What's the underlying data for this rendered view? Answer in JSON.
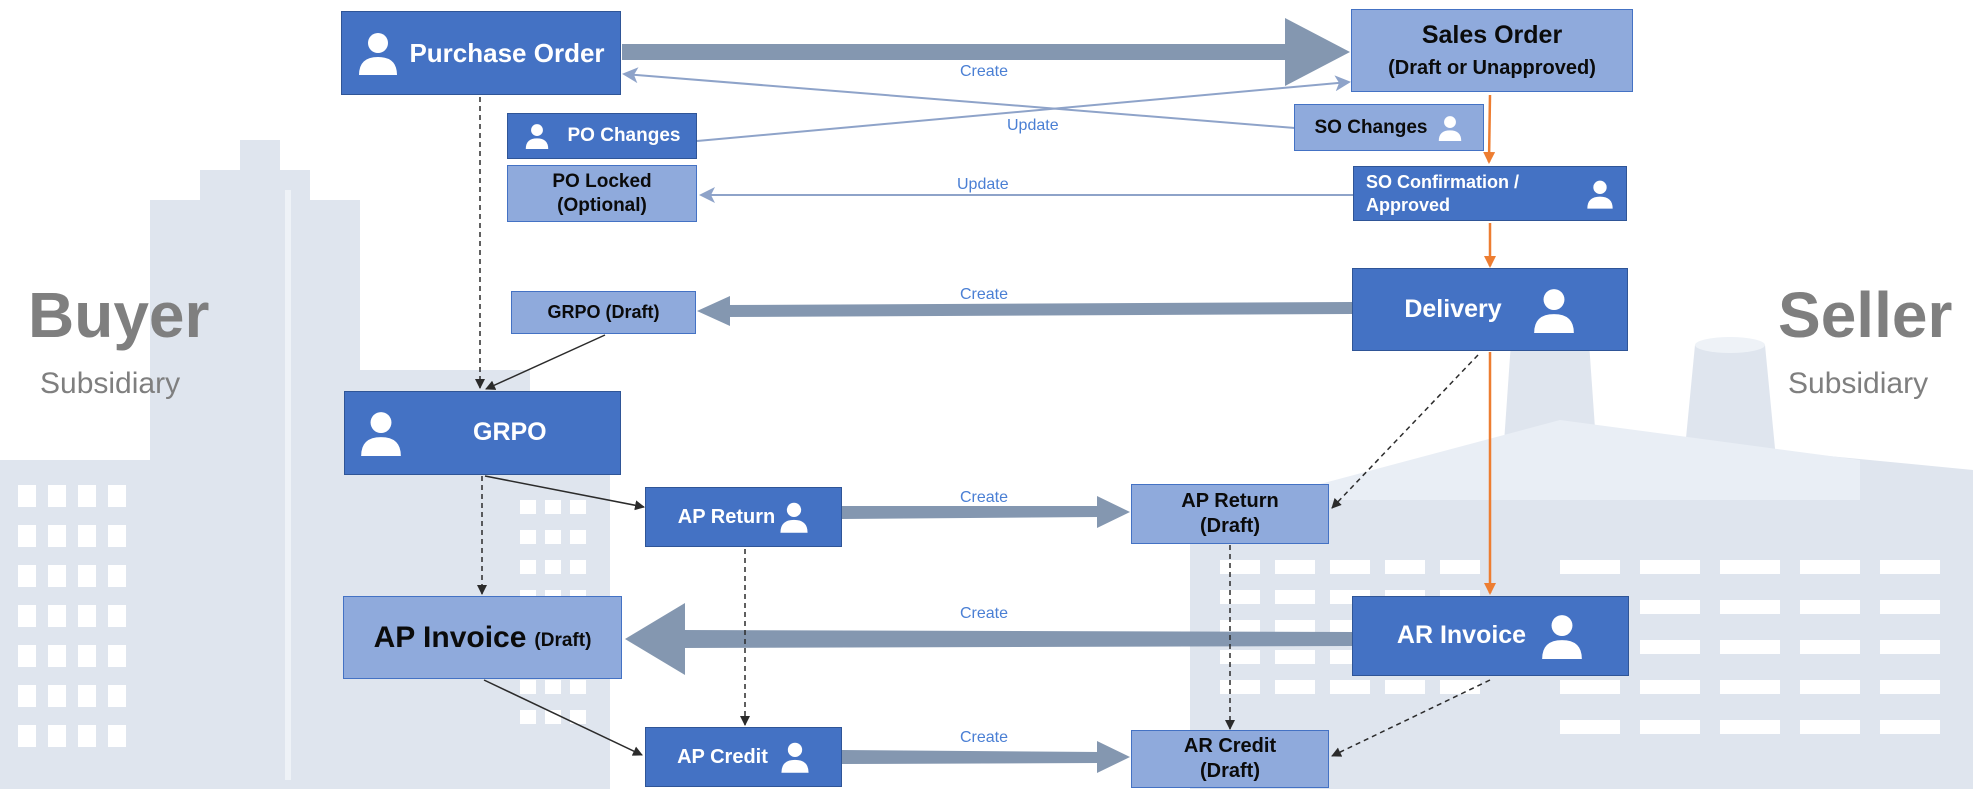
{
  "buyer": {
    "title": "Buyer",
    "subtitle": "Subsidiary"
  },
  "seller": {
    "title": "Seller",
    "subtitle": "Subsidiary"
  },
  "nodes": {
    "purchase_order": "Purchase Order",
    "sales_order_line1": "Sales Order",
    "sales_order_line2": "(Draft or Unapproved)",
    "po_changes": "PO Changes",
    "so_changes": "SO Changes",
    "po_locked_line1": "PO Locked",
    "po_locked_line2": "(Optional)",
    "so_confirm_line1": "SO Confirmation /",
    "so_confirm_line2": "Approved",
    "grpo_draft": "GRPO (Draft)",
    "delivery": "Delivery",
    "grpo": "GRPO",
    "ap_return": "AP Return",
    "ap_return_draft_line1": "AP Return",
    "ap_return_draft_line2": "(Draft)",
    "ap_invoice_main": "AP Invoice",
    "ap_invoice_paren": "(Draft)",
    "ar_invoice": "AR Invoice",
    "ap_credit": "AP Credit",
    "ar_credit_line1": "AR Credit",
    "ar_credit_line2": "(Draft)"
  },
  "edge_labels": {
    "po_to_so": "Create",
    "po_update": "Update",
    "po_locked_update": "Update",
    "delivery_to_grpo": "Create",
    "ap_return_create": "Create",
    "ar_invoice_create": "Create",
    "ap_credit_create": "Create"
  },
  "colors": {
    "node_dark": "#4472c4",
    "node_light": "#8faadc",
    "create_arrow": "#8497b0",
    "update_line": "#a6b9d9",
    "seller_flow": "#ed7d31",
    "edge_label": "#4a7fd4",
    "building_bg": "#dde3ec",
    "side_title": "#7f7f7f"
  }
}
